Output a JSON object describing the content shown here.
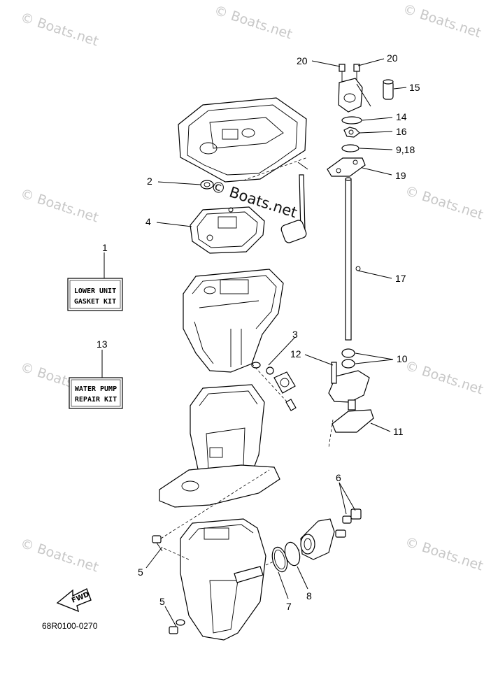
{
  "diagram": {
    "part_code": "68R0100-0270",
    "kit_labels": {
      "gasket_kit": [
        "LOWER UNIT",
        "GASKET KIT"
      ],
      "repair_kit": [
        "WATER PUMP",
        "REPAIR KIT"
      ]
    },
    "fwd_label": "FWD",
    "callouts": {
      "c1": "1",
      "c2": "2",
      "c3": "3",
      "c4": "4",
      "c5a": "5",
      "c5b": "5",
      "c6": "6",
      "c7": "7",
      "c8": "8",
      "c9_18": "9,18",
      "c10": "10",
      "c11": "11",
      "c12": "12",
      "c13": "13",
      "c14": "14",
      "c15": "15",
      "c16": "16",
      "c17": "17",
      "c19": "19",
      "c20a": "20",
      "c20b": "20"
    }
  },
  "watermark": {
    "text": "© Boats.net",
    "center_text": "© Boats.net"
  }
}
